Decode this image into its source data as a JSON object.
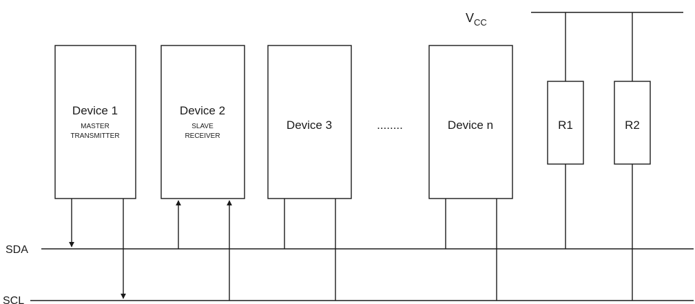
{
  "supply": {
    "label": "V",
    "subscript": "CC"
  },
  "buses": {
    "sda": "SDA",
    "scl": "SCL"
  },
  "devices": [
    {
      "name": "Device 1",
      "role_line1": "MASTER",
      "role_line2": "TRANSMITTER"
    },
    {
      "name": "Device 2",
      "role_line1": "SLAVE",
      "role_line2": "RECEIVER"
    },
    {
      "name": "Device 3"
    },
    {
      "name": "Device n"
    }
  ],
  "ellipsis": "........",
  "resistors": [
    {
      "name": "R1"
    },
    {
      "name": "R2"
    }
  ]
}
